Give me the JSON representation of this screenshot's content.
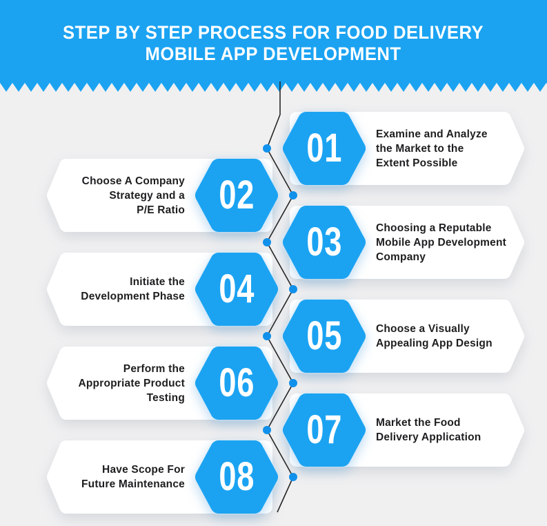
{
  "title": {
    "line1": "STEP BY STEP PROCESS FOR FOOD DELIVERY",
    "line2": "MOBILE APP DEVELOPMENT"
  },
  "colors": {
    "accent_blue": "#1BA3F2",
    "dot_blue": "#1193EE",
    "background": "#F0F0F1",
    "card": "#FFFFFF",
    "text": "#1E1E20",
    "timeline_line": "#262626",
    "title_text": "#FFFFFF"
  },
  "steps": [
    {
      "number": "01",
      "side": "right",
      "label": "Examine and Analyze the Market to the Extent Possible",
      "lines": [
        "Examine and Analyze",
        "the Market to the",
        "Extent Possible"
      ]
    },
    {
      "number": "02",
      "side": "left",
      "label": "Choose A Company Strategy and a P/E Ratio",
      "lines": [
        "Choose A Company",
        "Strategy and a",
        "P/E Ratio"
      ]
    },
    {
      "number": "03",
      "side": "right",
      "label": "Choosing a Reputable Mobile App Development Company",
      "lines": [
        "Choosing a Reputable",
        "Mobile App Development",
        "Company"
      ]
    },
    {
      "number": "04",
      "side": "left",
      "label": "Initiate the Development Phase",
      "lines": [
        "Initiate the",
        "Development Phase"
      ]
    },
    {
      "number": "05",
      "side": "right",
      "label": "Choose a Visually Appealing App Design",
      "lines": [
        "Choose a Visually",
        "Appealing App Design"
      ]
    },
    {
      "number": "06",
      "side": "left",
      "label": "Perform the Appropriate Product Testing",
      "lines": [
        "Perform the",
        "Appropriate Product",
        "Testing"
      ]
    },
    {
      "number": "07",
      "side": "right",
      "label": "Market the Food Delivery Application",
      "lines": [
        "Market the Food",
        "Delivery Application"
      ]
    },
    {
      "number": "08",
      "side": "left",
      "label": "Have Scope For Future Maintenance",
      "lines": [
        "Have Scope For",
        "Future Maintenance"
      ]
    }
  ]
}
